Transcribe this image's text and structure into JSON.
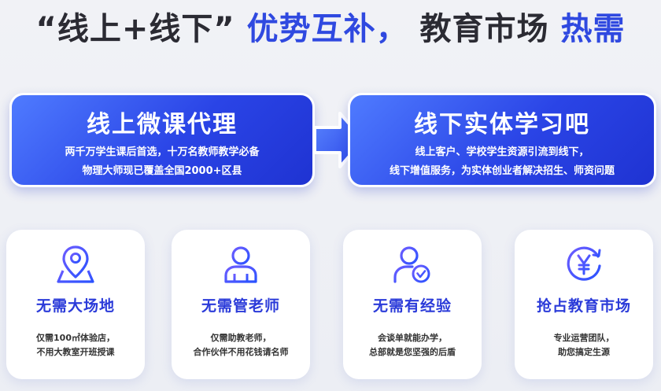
{
  "headline": {
    "part1": "“线上+线下”",
    "part2": "优势互补，",
    "part3": "教育市场",
    "part4": "热需"
  },
  "panels": [
    {
      "title": "线上微课代理",
      "lines": [
        "两千万学生课后首选，十万名教师教学必备",
        "物理大师现已覆盖全国2000+区县"
      ]
    },
    {
      "title": "线下实体学习吧",
      "lines": [
        "线上客户、学校学生资源引流到线下，",
        "线下增值服务，为实体创业者解决招生、师资问题"
      ]
    }
  ],
  "cards": [
    {
      "icon": "location-pin-icon",
      "title": "无需大场地",
      "lines": [
        "仅需100㎡体验店，",
        "不用大教室开班授课"
      ]
    },
    {
      "icon": "teacher-person-icon",
      "title": "无需管老师",
      "lines": [
        "仅需助教老师，",
        "合作伙伴不用花钱请名师"
      ]
    },
    {
      "icon": "person-check-icon",
      "title": "无需有经验",
      "lines": [
        "会谈单就能办学，",
        "总部就是您坚强的后盾"
      ]
    },
    {
      "icon": "yuan-cycle-icon",
      "title": "抢占教育市场",
      "lines": [
        "专业运营团队，",
        "助您搞定生源"
      ]
    }
  ],
  "colors": {
    "brand_blue": "#2f49e0",
    "card_title_blue": "#2b3bd9",
    "icon_gradient_start": "#6d5cff",
    "icon_gradient_end": "#2a52ff"
  }
}
